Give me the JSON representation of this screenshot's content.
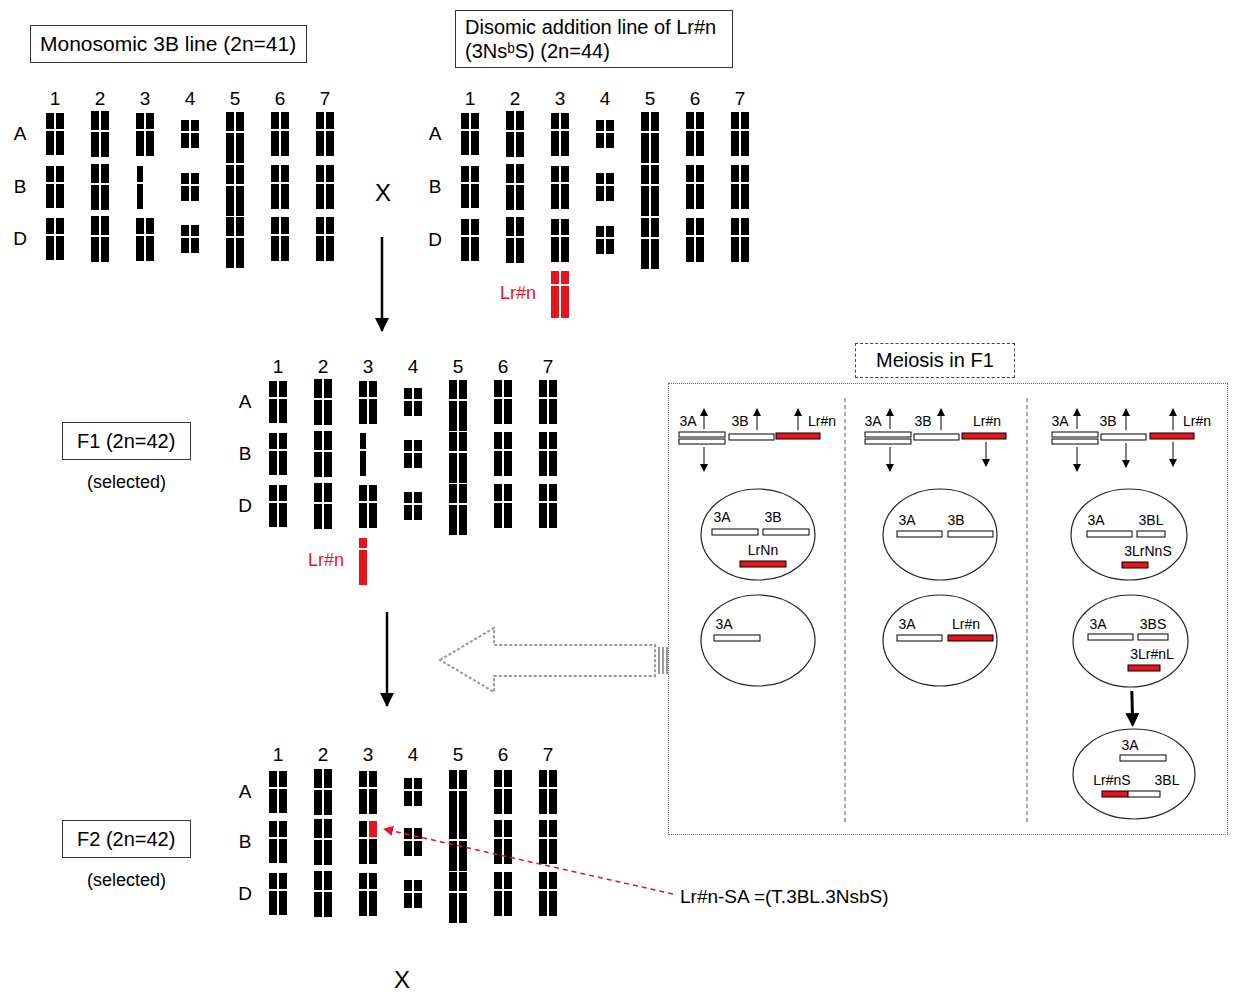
{
  "diagram": {
    "nodes": [
      {
        "text": [
          "Monosomic 3B line (2n=41)"
        ]
      },
      {
        "text": [
          "Disomic addition line of Lr#n (3NsᵇS) (2n=44)"
        ]
      },
      {
        "text": [
          "Meiosis in F1"
        ]
      },
      {
        "text": [
          "3A",
          "3B",
          "LrNn"
        ],
        "in": 2
      },
      {
        "text": [
          "3A"
        ],
        "in": 2
      },
      {
        "text": [
          "3A",
          "3B"
        ],
        "in": 2
      },
      {
        "text": [
          "3A",
          "Lr#n"
        ],
        "in": 2
      },
      {
        "text": [
          "3A",
          "3BL",
          "3LrNnS"
        ],
        "in": 2
      },
      {
        "text": [
          "3A",
          "3BS",
          "3Lr#nL"
        ],
        "in": 2
      },
      {
        "text": [
          "3A",
          "Lr#nS",
          "3BL"
        ],
        "in": 2
      },
      {
        "text": [
          "F1 (2n=42)",
          "(selected)"
        ]
      },
      {
        "text": [
          "F2 (2n=42)",
          "(selected)"
        ]
      }
    ],
    "edges": [
      {
        "from": 8,
        "to": 9,
        "arrow": "to"
      }
    ],
    "labels": [
      "1",
      "2",
      "3",
      "4",
      "5",
      "6",
      "7",
      "A",
      "B",
      "D",
      "1",
      "2",
      "3",
      "4",
      "5",
      "6",
      "7",
      "A",
      "B",
      "D",
      "X",
      "Lr#n",
      "1",
      "2",
      "3",
      "4",
      "5",
      "6",
      "7",
      "A",
      "B",
      "D",
      "Lr#n",
      "3A",
      "3B",
      "Lr#n",
      "3A",
      "3B",
      "Lr#n",
      "3A",
      "3B",
      "Lr#n",
      "1",
      "2",
      "3",
      "4",
      "5",
      "6",
      "7",
      "A",
      "B",
      "D",
      "Lr#n-SA =(T.3BL.3NsbS)",
      "X"
    ]
  }
}
